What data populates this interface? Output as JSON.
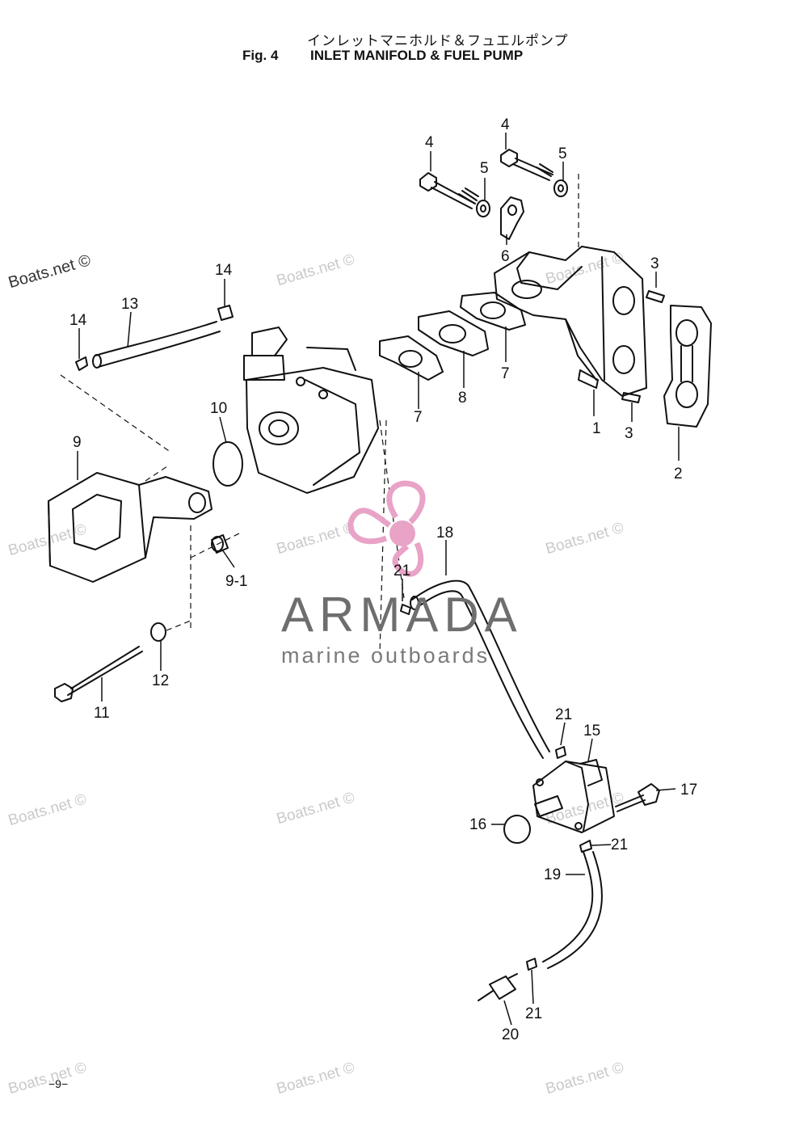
{
  "header": {
    "title_jp": "インレットマニホルド＆フュエルポンプ",
    "fig_label": "Fig. 4",
    "title_en": "INLET MANIFOLD & FUEL PUMP"
  },
  "watermark": {
    "text": "Boats.net ©"
  },
  "logo": {
    "name": "ARMADA",
    "tagline": "marine outboards",
    "accent_color": "#e8a3c6",
    "text_color": "#6e6e6e"
  },
  "callouts": {
    "c1": "1",
    "c2": "2",
    "c3a": "3",
    "c3b": "3",
    "c4a": "4",
    "c4b": "4",
    "c5a": "5",
    "c5b": "5",
    "c6": "6",
    "c7a": "7",
    "c7b": "7",
    "c8": "8",
    "c9": "9",
    "c9_1": "9-1",
    "c10": "10",
    "c11": "11",
    "c12": "12",
    "c13": "13",
    "c14a": "14",
    "c14b": "14",
    "c15": "15",
    "c16": "16",
    "c17": "17",
    "c18": "18",
    "c19": "19",
    "c20": "20",
    "c21a": "21",
    "c21b": "21",
    "c21c": "21",
    "c21d": "21"
  },
  "footer": {
    "page_number": "−9−"
  }
}
